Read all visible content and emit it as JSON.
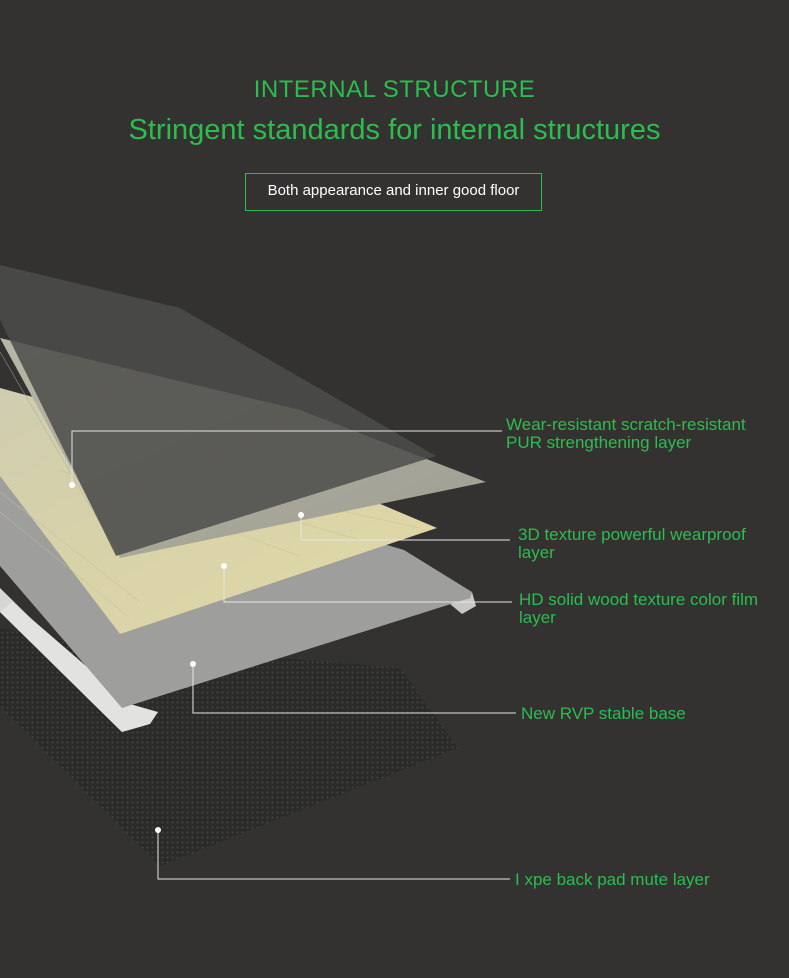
{
  "header": {
    "title": "INTERNAL STRUCTURE",
    "subtitle": "Stringent standards for internal structures",
    "badge": "Both appearance and inner good floor"
  },
  "layers": [
    {
      "line1": "Wear-resistant scratch-resistant",
      "line2": "PUR strengthening layer"
    },
    {
      "line1": "3D texture powerful wearproof",
      "line2": "layer"
    },
    {
      "line1": "HD solid wood texture color film",
      "line2": "layer"
    },
    {
      "line1": "New RVP stable base",
      "line2": ""
    },
    {
      "line1": "I xpe back pad mute layer",
      "line2": ""
    }
  ],
  "colors": {
    "background": "#333230",
    "accent": "#2bbd4e",
    "leader_line": "#e6e6e6"
  }
}
